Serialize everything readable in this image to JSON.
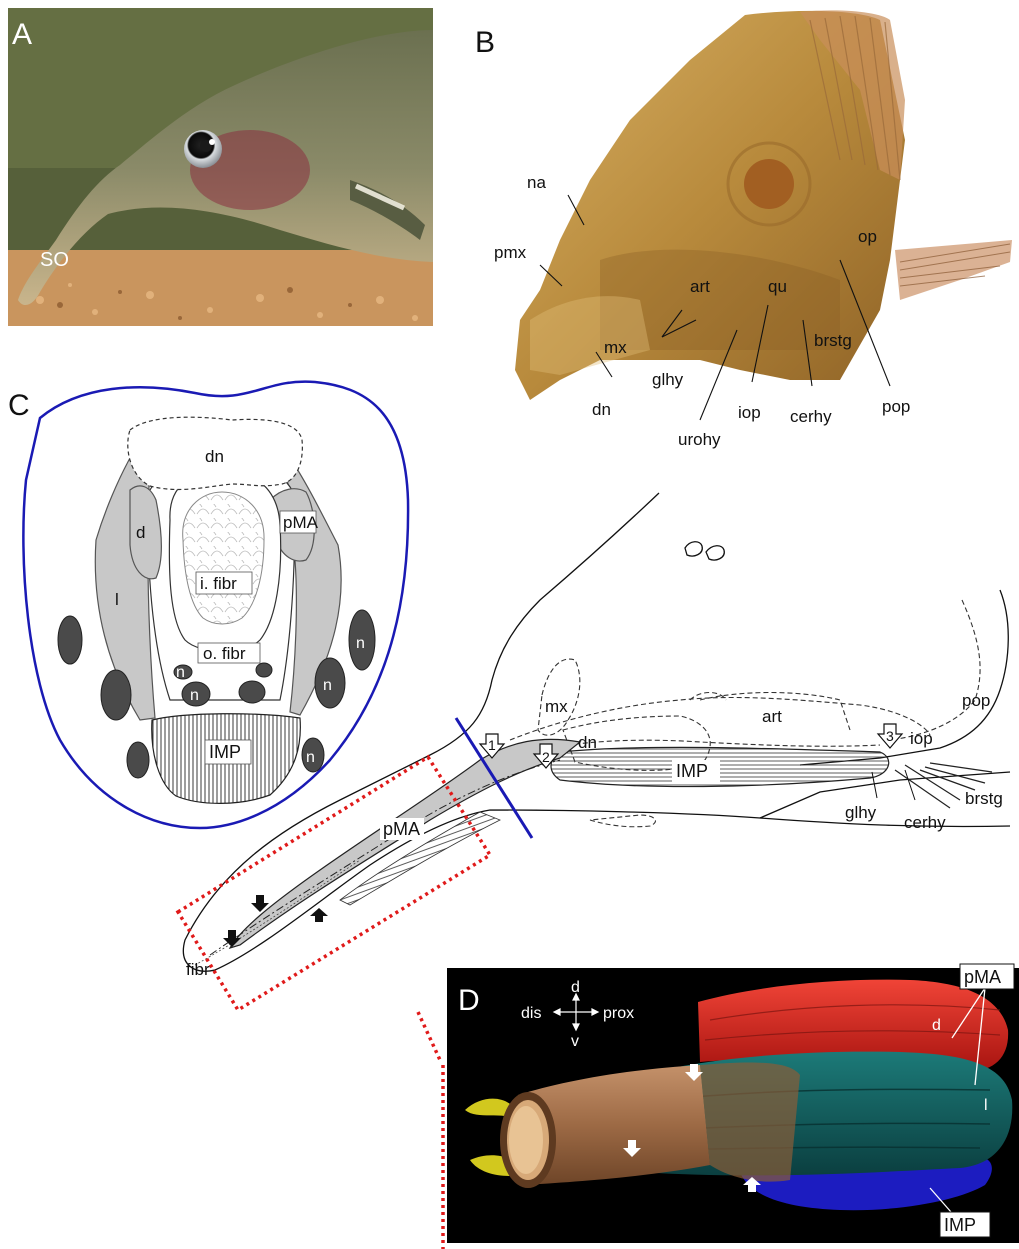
{
  "panels": {
    "a": {
      "letter": "A",
      "so": "SO"
    },
    "b": {
      "letter": "B",
      "labels": {
        "na": "na",
        "pmx": "pmx",
        "art": "art",
        "qu": "qu",
        "op": "op",
        "mx": "mx",
        "glhy": "glhy",
        "brstg": "brstg",
        "dn": "dn",
        "iop": "iop",
        "cerhy": "cerhy",
        "pop": "pop",
        "urohy": "urohy"
      }
    },
    "c": {
      "letter": "C",
      "section_labels": {
        "dn": "dn",
        "d": "d",
        "pma": "pMA",
        "l": "l",
        "i_fibr": "i. fibr",
        "o_fibr": "o. fibr",
        "n": "n",
        "imp": "IMP"
      },
      "side_labels": {
        "mx": "mx",
        "art": "art",
        "pop": "pop",
        "dn": "dn",
        "iop": "iop",
        "imp": "IMP",
        "brstg": "brstg",
        "glhy": "glhy",
        "cerhy": "cerhy",
        "pma": "pMA",
        "fibr": "fibr"
      },
      "arrow_numbers": [
        "1",
        "2",
        "3"
      ]
    },
    "d": {
      "letter": "D",
      "compass": {
        "d": "d",
        "v": "v",
        "dis": "dis",
        "prox": "prox"
      },
      "labels": {
        "pma": "pMA",
        "d": "d",
        "l": "l",
        "imp": "IMP"
      }
    }
  },
  "colors": {
    "section_outline": "#1a1ab4",
    "crop_box": "#e01a1a",
    "muscle_red": "#d8211c",
    "muscle_teal": "#0f5a5a",
    "muscle_blue": "#1c1cc0",
    "skin_brown": "#a5744f",
    "fibr_yellow": "#d2c81e",
    "gray_muscle": "#c8c8c8",
    "nerve_gray": "#4a4a4a"
  }
}
